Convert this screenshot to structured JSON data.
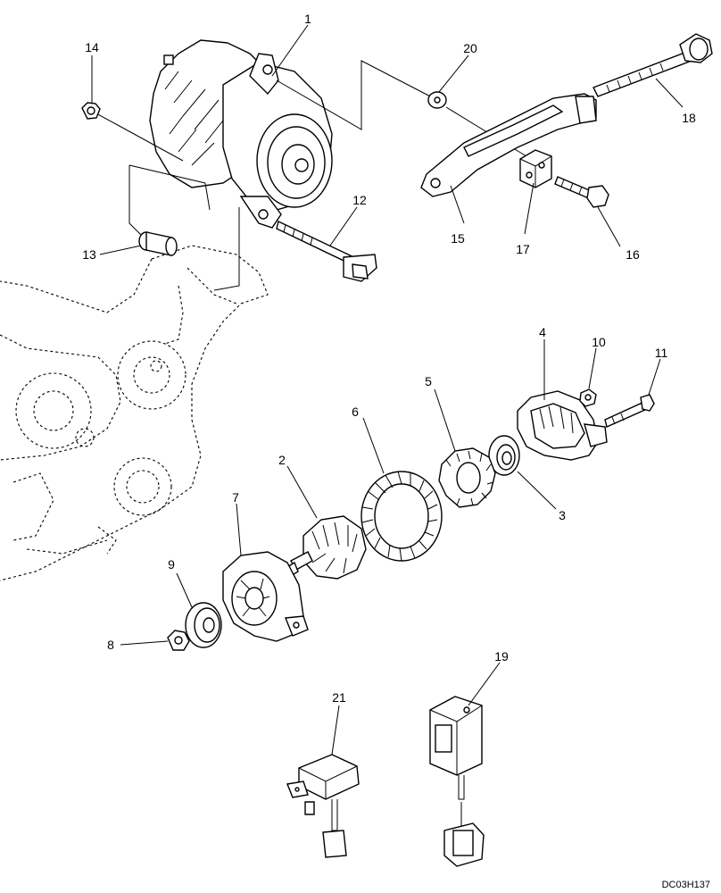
{
  "drawing_code": "DC03H137",
  "callouts": {
    "c1": "1",
    "c2": "2",
    "c3": "3",
    "c4": "4",
    "c5": "5",
    "c6": "6",
    "c7": "7",
    "c8": "8",
    "c9": "9",
    "c10": "10",
    "c11": "11",
    "c12": "12",
    "c13": "13",
    "c14": "14",
    "c15": "15",
    "c16": "16",
    "c17": "17",
    "c18": "18",
    "c19": "19",
    "c20": "20",
    "c21": "21"
  },
  "parts": [
    {
      "ref": "1",
      "name": "alternator-assembly"
    },
    {
      "ref": "2",
      "name": "rotor"
    },
    {
      "ref": "3",
      "name": "bearing"
    },
    {
      "ref": "4",
      "name": "rear-frame"
    },
    {
      "ref": "5",
      "name": "rectifier"
    },
    {
      "ref": "6",
      "name": "stator"
    },
    {
      "ref": "7",
      "name": "front-frame"
    },
    {
      "ref": "8",
      "name": "pulley-nut"
    },
    {
      "ref": "9",
      "name": "pulley"
    },
    {
      "ref": "10",
      "name": "nut"
    },
    {
      "ref": "11",
      "name": "through-bolt"
    },
    {
      "ref": "12",
      "name": "pivot-bolt"
    },
    {
      "ref": "13",
      "name": "spacer-sleeve"
    },
    {
      "ref": "14",
      "name": "nut"
    },
    {
      "ref": "15",
      "name": "adjusting-bracket"
    },
    {
      "ref": "16",
      "name": "bolt"
    },
    {
      "ref": "17",
      "name": "block"
    },
    {
      "ref": "18",
      "name": "bolt"
    },
    {
      "ref": "19",
      "name": "regulator"
    },
    {
      "ref": "20",
      "name": "washer"
    },
    {
      "ref": "21",
      "name": "regulator"
    }
  ]
}
